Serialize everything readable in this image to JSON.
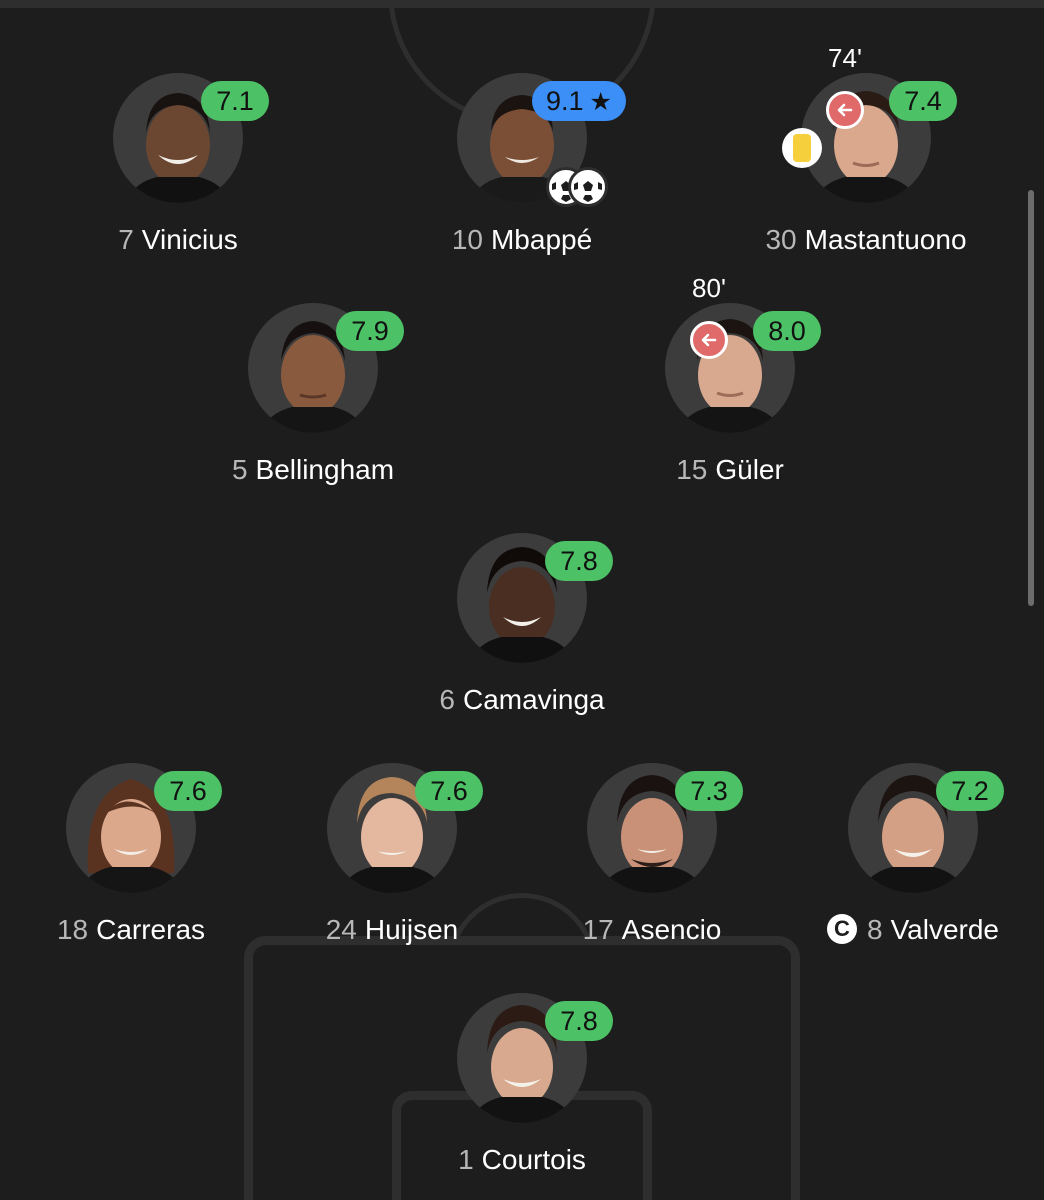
{
  "lineup": {
    "players": [
      {
        "number": "7",
        "name": "Vinicius",
        "rating": "7.1"
      },
      {
        "number": "10",
        "name": "Mbappé",
        "rating": "9.1",
        "motm": true
      },
      {
        "number": "30",
        "name": "Mastantuono",
        "rating": "7.4",
        "sub_minute": "74'"
      },
      {
        "number": "5",
        "name": "Bellingham",
        "rating": "7.9"
      },
      {
        "number": "15",
        "name": "Güler",
        "rating": "8.0",
        "sub_minute": "80'"
      },
      {
        "number": "6",
        "name": "Camavinga",
        "rating": "7.8"
      },
      {
        "number": "18",
        "name": "Carreras",
        "rating": "7.6"
      },
      {
        "number": "24",
        "name": "Huijsen",
        "rating": "7.6"
      },
      {
        "number": "17",
        "name": "Asencio",
        "rating": "7.3"
      },
      {
        "number": "8",
        "name": "Valverde",
        "rating": "7.2",
        "captain_mark": "C"
      },
      {
        "number": "1",
        "name": "Courtois",
        "rating": "7.8"
      }
    ]
  },
  "icons": {
    "motm": "star-icon",
    "substitution": "arrow-left-icon",
    "booking": "yellow-card-icon",
    "goal": "football-icon",
    "captain": "captain-badge-icon"
  },
  "colors": {
    "background": "#1d1d1d",
    "pitch_lines": "#2e2e2e",
    "rating_green": "#4cc165",
    "motm_blue": "#3b8ff7",
    "sub_red": "#e06a6a",
    "yellow_card": "#f6cf3c"
  }
}
